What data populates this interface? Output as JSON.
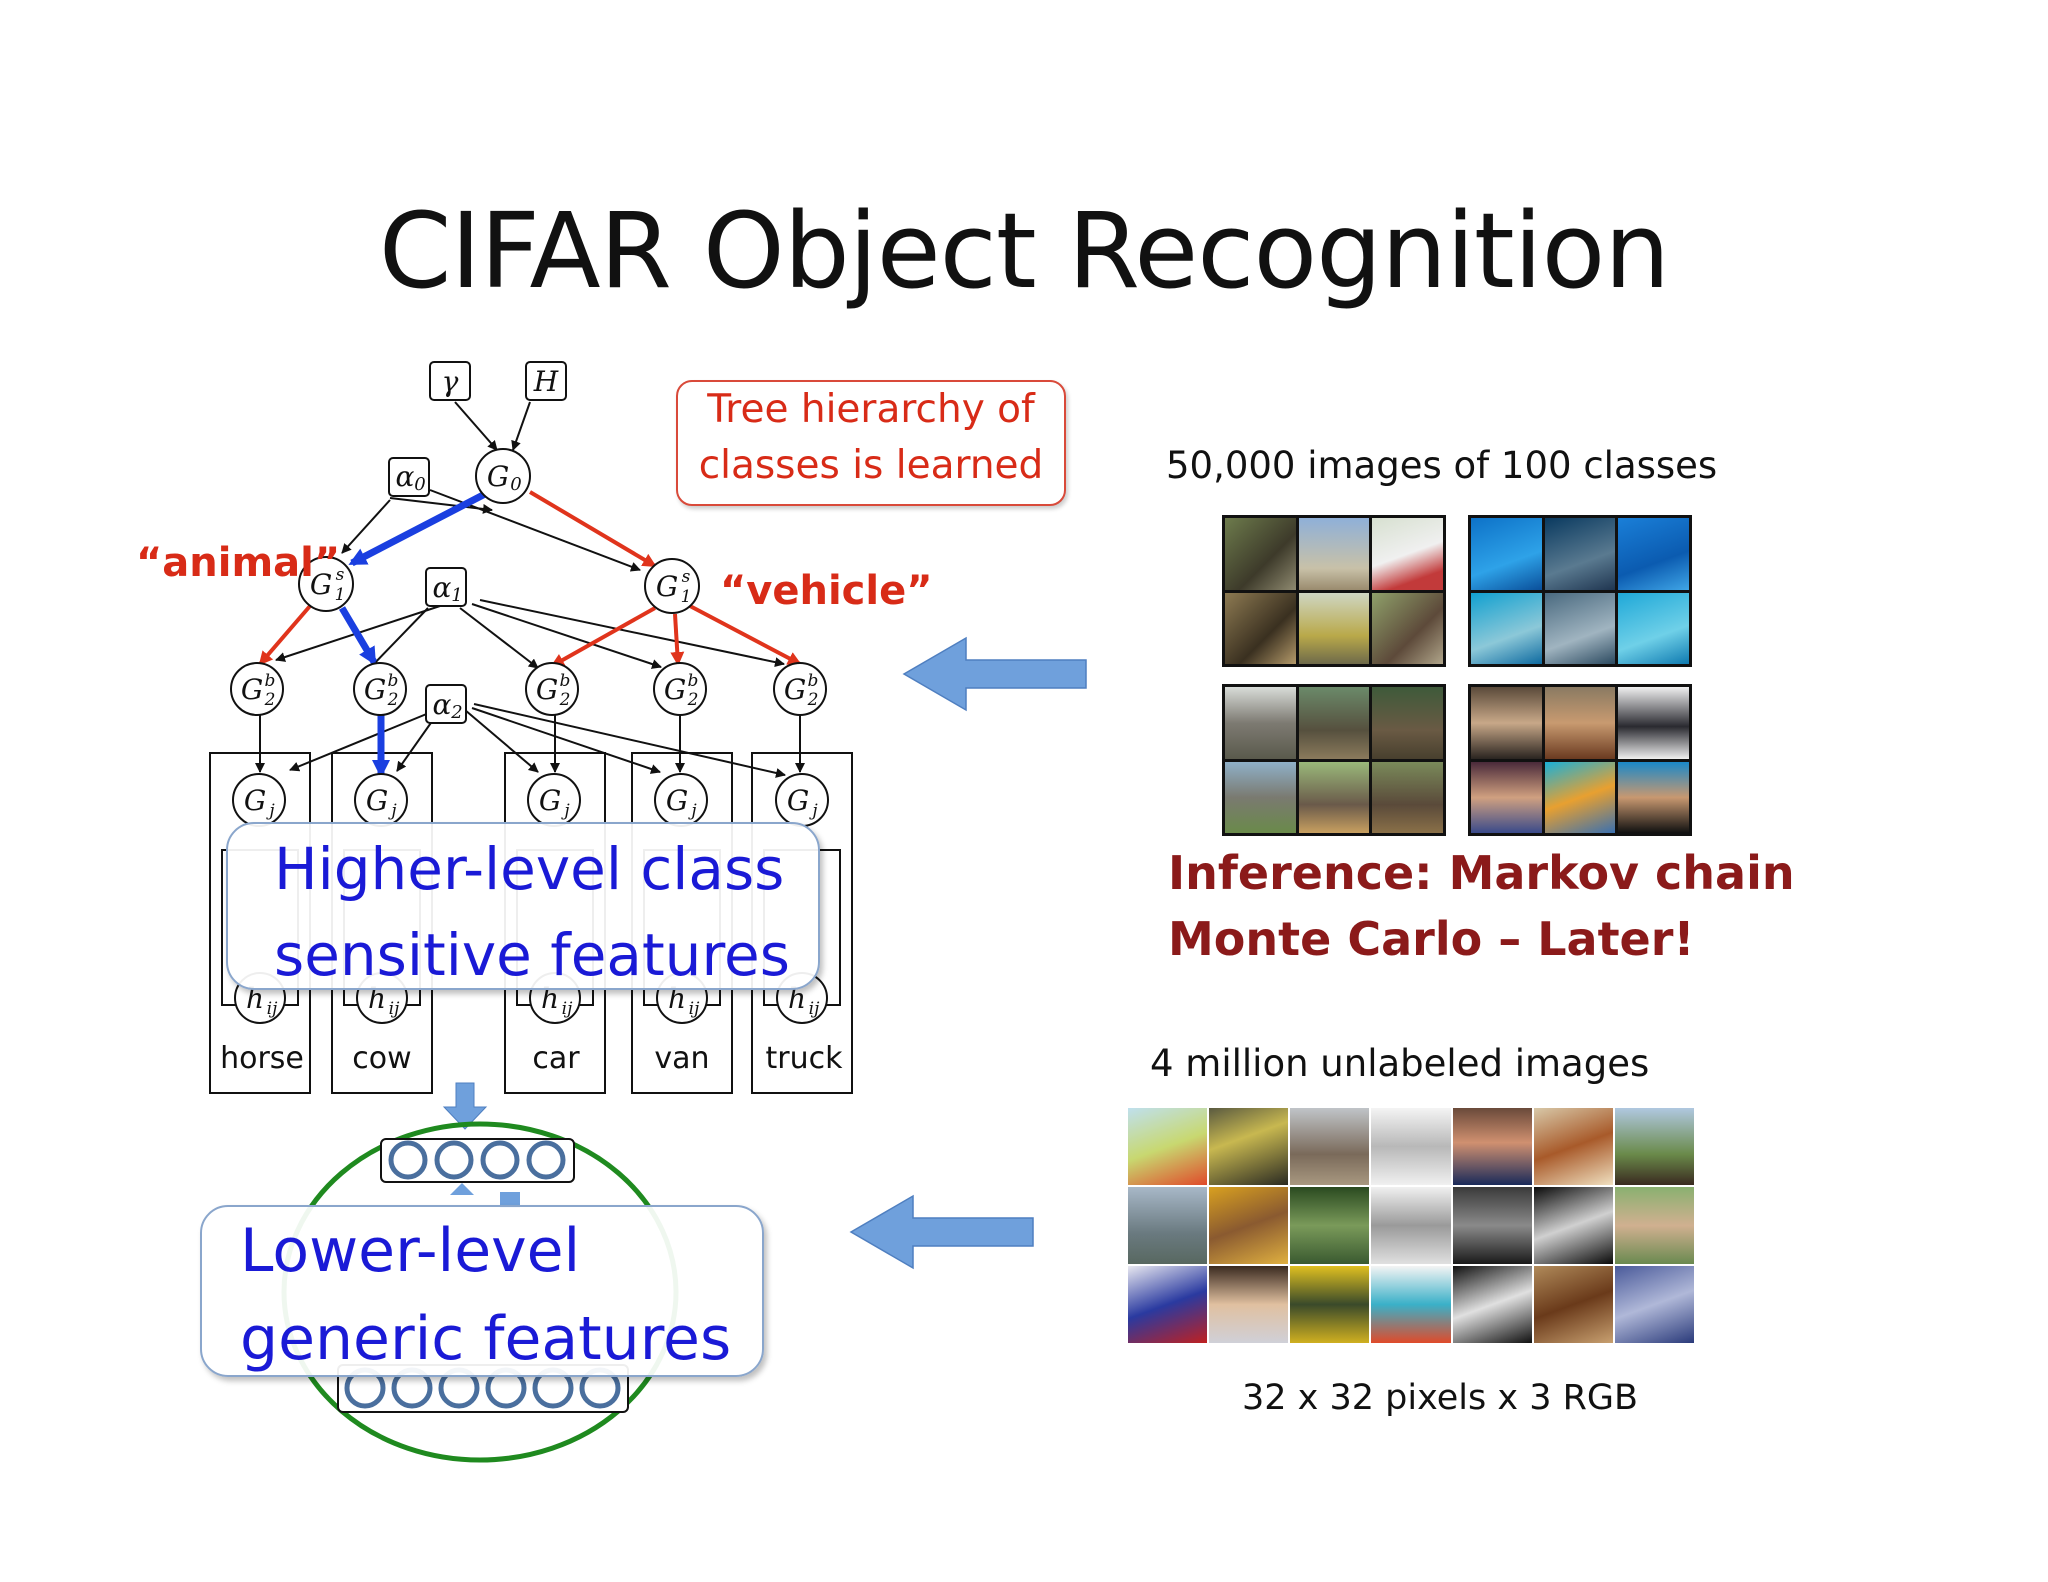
{
  "slide": {
    "title": "CIFAR Object Recognition"
  },
  "tree_callout": {
    "line1": "Tree hierarchy of",
    "line2": "classes is learned"
  },
  "labels": {
    "animal": "“animal”",
    "vehicle": "“vehicle”"
  },
  "nodes": {
    "gamma": "γ",
    "H": "H",
    "alpha0": "α",
    "alpha0_sub": "0",
    "G0": "G",
    "G0_sub": "0",
    "G1": "G",
    "G1_sup": "s",
    "G1_sub": "1",
    "alpha1": "α",
    "alpha1_sub": "1",
    "G2": "G",
    "G2_sup": "b",
    "G2_sub": "2",
    "alpha2": "α",
    "alpha2_sub": "2",
    "Gj": "G",
    "Gj_sub": "j",
    "hij": "h",
    "hij_sub": "ij"
  },
  "classes": [
    "horse",
    "cow",
    "car",
    "van",
    "truck"
  ],
  "higher_callout": {
    "line1": "Higher-level class",
    "line2": "sensitive features"
  },
  "lower_callout": {
    "line1": "Lower-level",
    "line2": "generic  features"
  },
  "right": {
    "labeled_caption": "50,000 images of 100 classes",
    "inference_line1": "Inference: Markov chain",
    "inference_line2": "Monte Carlo – Later!",
    "unlabeled_caption": "4 million unlabeled images",
    "pixels_caption": "32 x 32 pixels x 3  RGB"
  },
  "colors": {
    "red_edge": "#e0341c",
    "blue_edge": "#1a3fe0",
    "arrow_fill": "#6fa0dc",
    "green_ring": "#1f8a1f",
    "unit_blue": "#4a6f9e"
  }
}
